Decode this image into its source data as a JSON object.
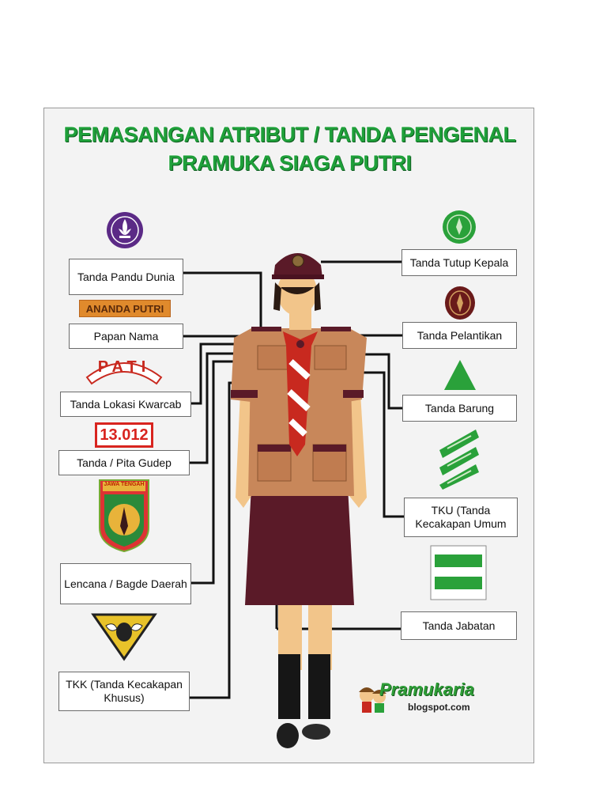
{
  "title": {
    "line1": "PEMASANGAN ATRIBUT / TANDA PENGENAL",
    "line2": "PRAMUKA SIAGA PUTRI"
  },
  "labels": {
    "tanda_pandu_dunia": "Tanda Pandu Dunia",
    "papan_nama": "Papan Nama",
    "tanda_lokasi_kwarcab": "Tanda Lokasi Kwarcab",
    "tanda_pita_gudep": "Tanda / Pita Gudep",
    "lencana_bagde_daerah": "Lencana / Bagde Daerah",
    "tkk": "TKK (Tanda Kecakapan Khusus)",
    "tanda_tutup_kepala": "Tanda Tutup Kepala",
    "tanda_pelantikan": "Tanda Pelantikan",
    "tanda_barung": "Tanda Barung",
    "tku": "TKU (Tanda Kecakapan Umum",
    "tanda_jabatan": "Tanda Jabatan"
  },
  "badges": {
    "name_plate": "ANANDA PUTRI",
    "lokasi": "PATI",
    "gudep": "13.012",
    "daerah_banner": "JAWA TENGAH"
  },
  "logo": {
    "main": "Pramukaria",
    "sub": "blogspot.com"
  },
  "colors": {
    "title_green": "#1fa03a",
    "shirt": "#c8875a",
    "skirt": "#5a1a28",
    "scarf_red": "#c8291f",
    "emblem_purple": "#5b2a86",
    "badge_green": "#2aa13a"
  }
}
